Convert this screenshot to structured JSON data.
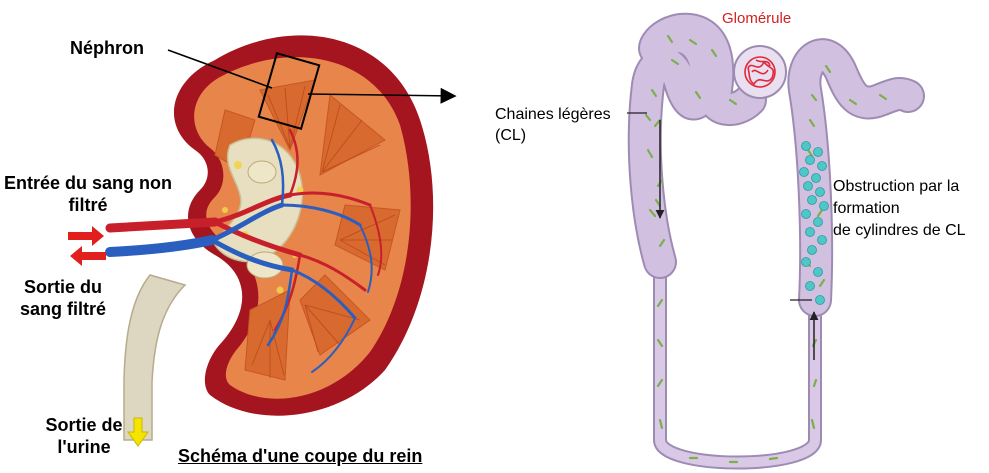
{
  "labels": {
    "nephron": "Néphron",
    "blood_in": "Entrée du sang non filtré",
    "blood_out": "Sortie du sang filtré",
    "urine_out": "Sortie de l'urine",
    "title": "Schéma d'une coupe du rein",
    "glomerule": "Glomérule",
    "light_chains": "Chaines légères (CL)",
    "obstruction_1": "Obstruction par la",
    "obstruction_2": "formation",
    "obstruction_3": "de cylindres de CL"
  },
  "colors": {
    "kidney_capsule": "#a4151f",
    "kidney_cortex": "#e8854a",
    "medulla": "#d86a2f",
    "artery": "#c8202b",
    "vein": "#2a5fc0",
    "ureter": "#ddd6c0",
    "tubule": "#d2c0e0",
    "tubule_outline": "#9e8bb4",
    "light_chain_particle": "#7ab04a",
    "cast_particle": "#4fc7c8",
    "glomerule_text": "#d42020"
  }
}
